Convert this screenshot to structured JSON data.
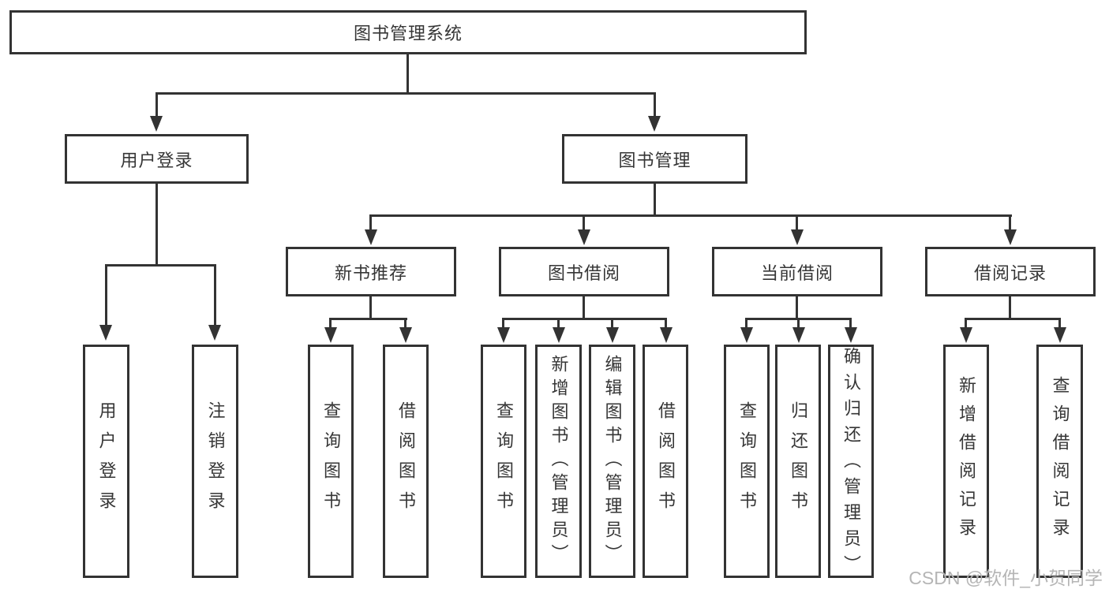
{
  "colors": {
    "line": "#333333",
    "text": "#363636",
    "watermark": "#b5b5b5",
    "background": "#ffffff"
  },
  "watermark": {
    "text": "CSDN @软件_小贺同学"
  },
  "diagram": {
    "type": "tree",
    "root": {
      "label": "图书管理系统",
      "children": [
        {
          "label": "用户登录",
          "children": [
            {
              "label": "用户登录"
            },
            {
              "label": "注销登录"
            }
          ]
        },
        {
          "label": "图书管理",
          "children": [
            {
              "label": "新书推荐",
              "children": [
                {
                  "label": "查询图书"
                },
                {
                  "label": "借阅图书"
                }
              ]
            },
            {
              "label": "图书借阅",
              "children": [
                {
                  "label": "查询图书"
                },
                {
                  "label": "新增图书（管理员）"
                },
                {
                  "label": "编辑图书（管理员）"
                },
                {
                  "label": "借阅图书"
                }
              ]
            },
            {
              "label": "当前借阅",
              "children": [
                {
                  "label": "查询图书"
                },
                {
                  "label": "归还图书"
                },
                {
                  "label": "确认归还（管理员）"
                }
              ]
            },
            {
              "label": "借阅记录",
              "children": [
                {
                  "label": "新增借阅记录"
                },
                {
                  "label": "查询借阅记录"
                }
              ]
            }
          ]
        }
      ]
    }
  }
}
